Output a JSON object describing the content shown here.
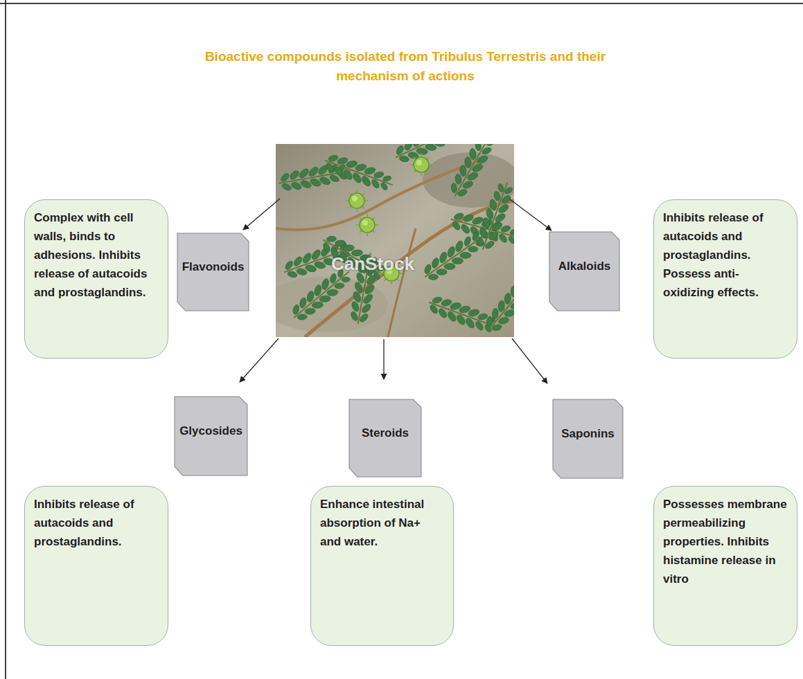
{
  "diagram": {
    "title": "Bioactive compounds isolated from Tribulus Terrestris and their mechanism of actions",
    "nodes": [
      {
        "text": [
          "Complex with cell walls, binds to adhesions. Inhibits release of autacoids and prostaglandins."
        ]
      },
      {
        "text": [
          "Flavonoids"
        ]
      },
      {
        "text": [
          "Alkaloids"
        ]
      },
      {
        "text": [
          "Inhibits release of autacoids and prostaglandins. Possess anti-oxidizing effects."
        ]
      },
      {
        "text": [
          "Glycosides"
        ]
      },
      {
        "text": [
          "Steroids"
        ]
      },
      {
        "text": [
          "Saponins"
        ]
      },
      {
        "text": [
          "Inhibits release of autacoids and prostaglandins."
        ]
      },
      {
        "text": [
          "Enhance intestinal absorption of Na+ and water."
        ]
      },
      {
        "text": [
          "Possesses membrane permeabilizing properties. Inhibits histamine release in vitro"
        ]
      }
    ],
    "labels": [
      "CanStock"
    ]
  }
}
